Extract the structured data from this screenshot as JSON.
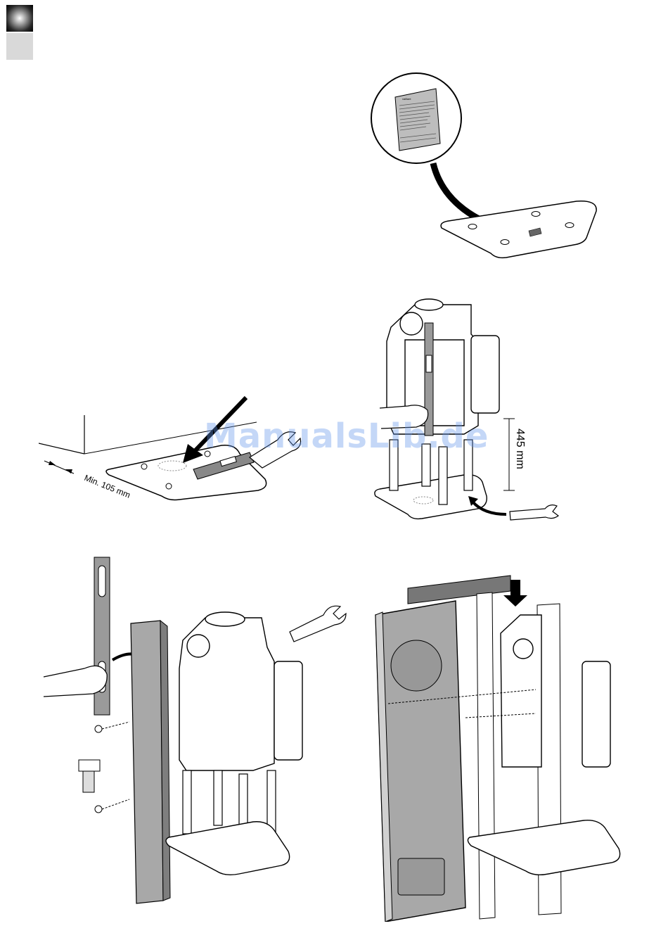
{
  "section_tabs": {
    "active": "dark-tab",
    "inactive": "light-tab"
  },
  "label_plate": {
    "header": "vaillant"
  },
  "step3": {
    "measurement_label": "Min. 105 mm"
  },
  "step4": {
    "height_label": "445 mm"
  },
  "watermark": "ManualsLib.de",
  "colors": {
    "line": "#000000",
    "panel_fill": "#a8a8a8",
    "plate_fill": "#b9b9b9",
    "watermark": "#6496eb"
  }
}
